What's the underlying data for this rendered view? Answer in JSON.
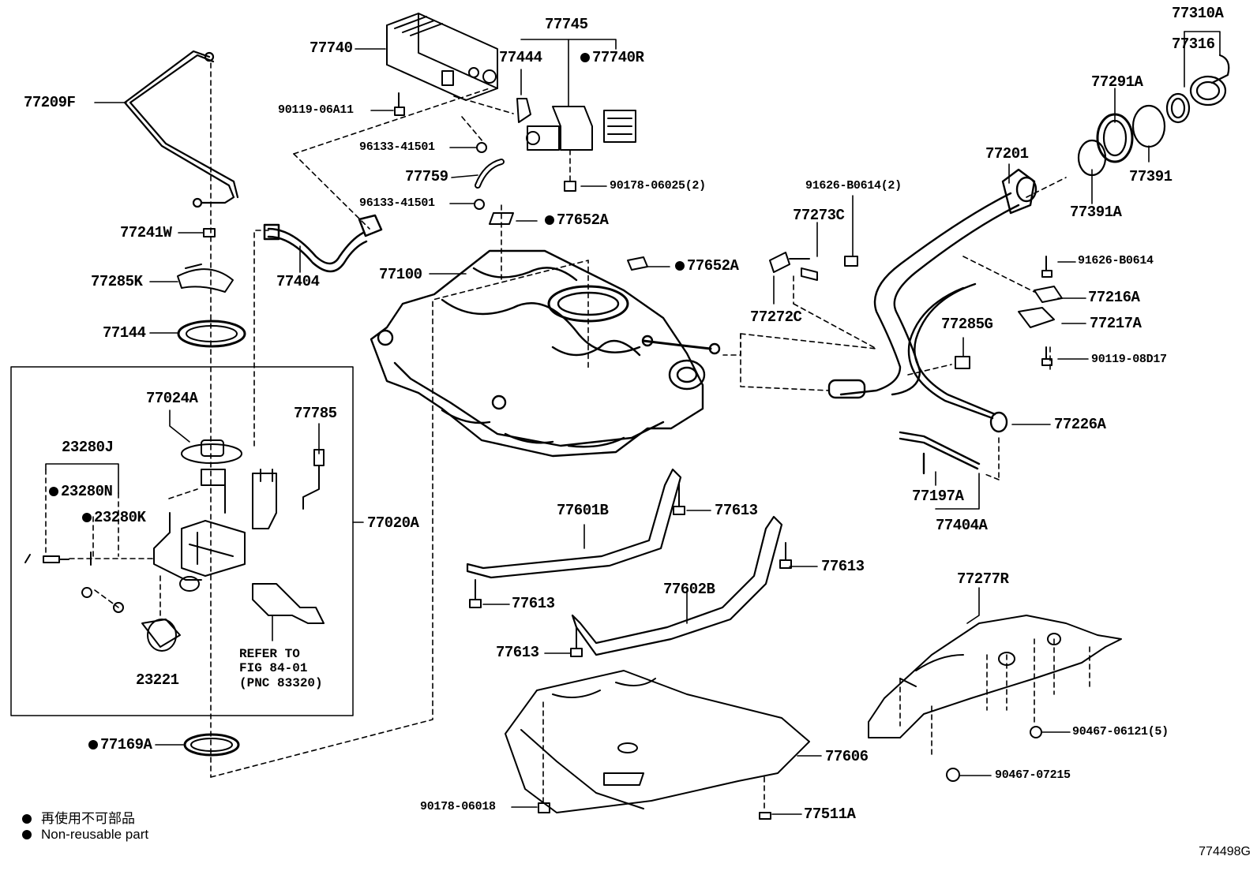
{
  "labels": {
    "p77740": "77740",
    "p90119_06A11": "90119-06A11",
    "p96133_41501_a": "96133-41501",
    "p77759": "77759",
    "p96133_41501_b": "96133-41501",
    "p77745": "77745",
    "p77444": "77444",
    "p77740R": "77740R",
    "p90178_06025": "90178-06025(2)",
    "p77652A_a": "77652A",
    "p77652A_b": "77652A",
    "p77209F": "77209F",
    "p77241W": "77241W",
    "p77285K": "77285K",
    "p77144": "77144",
    "p77404": "77404",
    "p77100": "77100",
    "p77024A": "77024A",
    "p77785": "77785",
    "p23280J": "23280J",
    "p23280N": "23280N",
    "p23280K": "23280K",
    "p77020A": "77020A",
    "p23221": "23221",
    "p77169A": "77169A",
    "p77310A": "77310A",
    "p77316": "77316",
    "p77291A": "77291A",
    "p77391": "77391",
    "p77391A": "77391A",
    "p77201": "77201",
    "p91626_B0614_2": "91626-B0614(2)",
    "p77273C": "77273C",
    "p77272C": "77272C",
    "p91626_B0614": "91626-B0614",
    "p77216A": "77216A",
    "p77217A": "77217A",
    "p90119_08D17": "90119-08D17",
    "p77285G": "77285G",
    "p77226A": "77226A",
    "p77197A": "77197A",
    "p77404A": "77404A",
    "p77601B": "77601B",
    "p77613_a": "77613",
    "p77613_b": "77613",
    "p77613_c": "77613",
    "p77613_d": "77613",
    "p77602B": "77602B",
    "p77277R": "77277R",
    "p90467_06121": "90467-06121(5)",
    "p90467_07215": "90467-07215",
    "p77606": "77606",
    "p90178_06018": "90178-06018",
    "p77511A": "77511A"
  },
  "refer_note": {
    "line1": "REFER TO",
    "line2": "FIG 84-01",
    "line3": "(PNC 83320)"
  },
  "legend": {
    "japanese": "再使用不可部品",
    "english": "Non-reusable part"
  },
  "figure_id": "774498G",
  "colors": {
    "line": "#000000",
    "background": "#ffffff"
  }
}
